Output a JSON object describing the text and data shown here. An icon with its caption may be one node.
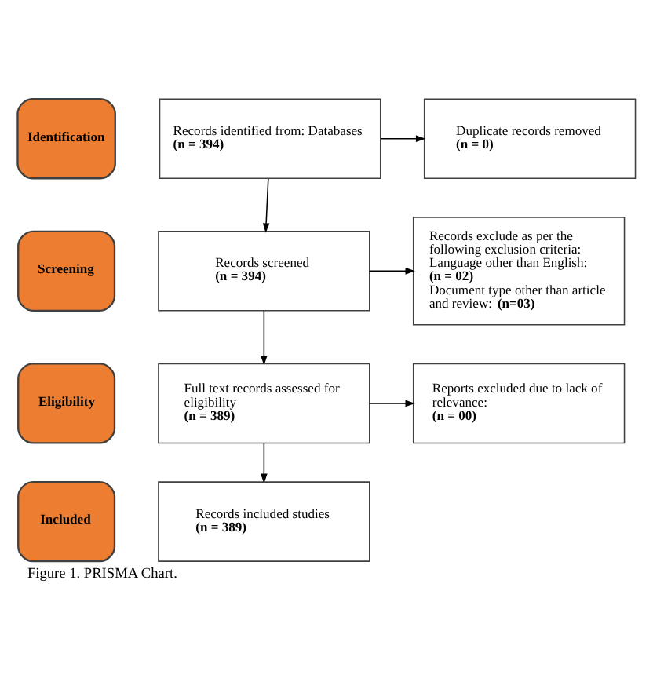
{
  "diagram": {
    "caption": "Figure 1. PRISMA Chart.",
    "nodes": [
      {
        "text": [
          "Identification"
        ]
      },
      {
        "text": [
          "Records identified from: Databases",
          "(n = 394)"
        ]
      },
      {
        "text": [
          "Duplicate records removed",
          "(n = 0)"
        ]
      },
      {
        "text": [
          "Screening"
        ]
      },
      {
        "text": [
          "Records screened",
          "(n = 394)"
        ]
      },
      {
        "text": [
          "Records exclude as per the following exclusion criteria: Language other than English:",
          "(n = 02)",
          "Document type other than article and review: **(n=03)**"
        ]
      },
      {
        "text": [
          "Eligibility"
        ]
      },
      {
        "text": [
          "Full text records assessed for eligibility",
          "(n = 389)"
        ]
      },
      {
        "text": [
          "Reports excluded due to lack of relevance:",
          "(n = 00)"
        ]
      },
      {
        "text": [
          "Included"
        ]
      },
      {
        "text": [
          "Records included studies",
          "(n = 389)"
        ]
      }
    ],
    "edges": [
      {
        "from": 1,
        "to": 2,
        "arrow": "to"
      },
      {
        "from": 1,
        "to": 4,
        "arrow": "to"
      },
      {
        "from": 4,
        "to": 5,
        "arrow": "to"
      },
      {
        "from": 4,
        "to": 7,
        "arrow": "to"
      },
      {
        "from": 7,
        "to": 8,
        "arrow": "to"
      },
      {
        "from": 7,
        "to": 10,
        "arrow": "to"
      }
    ]
  }
}
